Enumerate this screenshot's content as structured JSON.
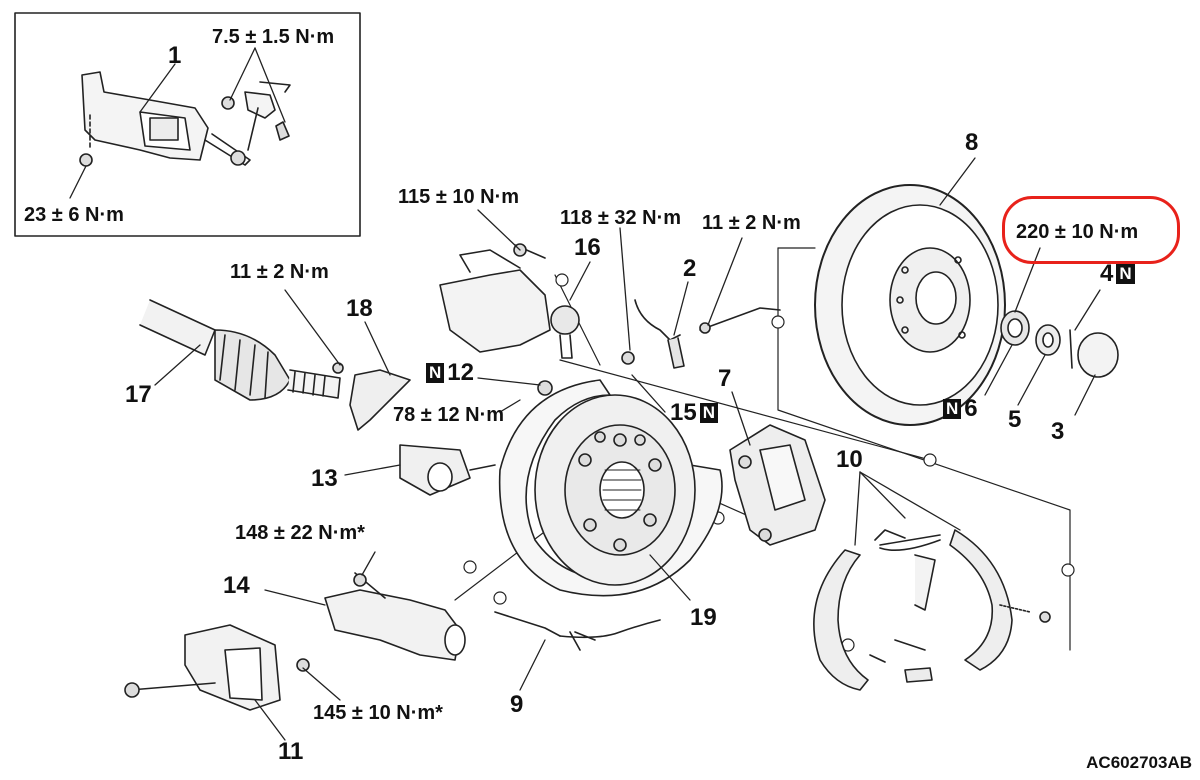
{
  "inset_torques": {
    "t1": "7.5 ± 1.5 N·m",
    "t2": "23 ± 6 N·m"
  },
  "torques": {
    "t115": "115 ± 10 N·m",
    "t118": "118 ± 32 N·m",
    "t11a": "11 ± 2 N·m",
    "t11b": "11 ± 2 N·m",
    "t220": "220 ± 10 N·m",
    "t78": "78 ± 12 N·m",
    "t148": "148 ± 22 N·m*",
    "t145": "145 ± 10 N·m*"
  },
  "callouts": {
    "c1": "1",
    "c2": "2",
    "c3": "3",
    "c4": "4",
    "c5": "5",
    "c6": "6",
    "c7": "7",
    "c8": "8",
    "c9": "9",
    "c10": "10",
    "c11": "11",
    "c12": "12",
    "c13": "13",
    "c14": "14",
    "c15": "15",
    "c16": "16",
    "c17": "17",
    "c18": "18",
    "c19": "19"
  },
  "new_part_mark": "N",
  "reference_code": "AC602703AB",
  "colors": {
    "highlight": "#e8221b",
    "ink": "#111111"
  }
}
